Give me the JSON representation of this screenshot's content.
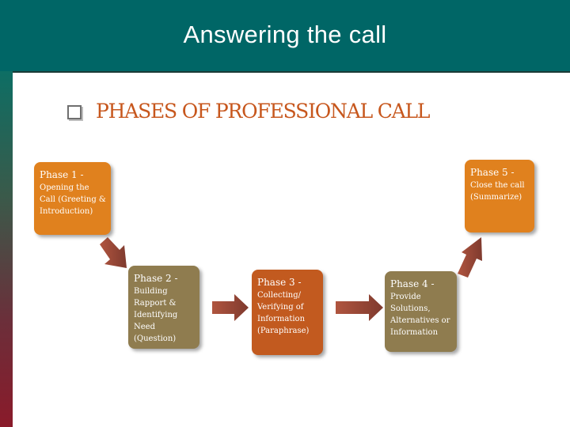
{
  "slide": {
    "title": "Answering the call"
  },
  "diagram": {
    "heading": "PHASES OF PROFESSIONAL CALL",
    "phases": [
      {
        "name": "Phase 1 -",
        "desc": [
          "Opening the",
          "Call (Greeting &",
          "Introduction)"
        ],
        "color": "#e0811e"
      },
      {
        "name": "Phase 2 -",
        "desc": [
          "Building",
          "Rapport &",
          "Identifying",
          "Need",
          "(Question)"
        ],
        "color": "#8f7c4f"
      },
      {
        "name": "Phase 3 -",
        "desc": [
          "Collecting/",
          "Verifying of",
          "Information",
          "(Paraphrase)"
        ],
        "color": "#c25a1f"
      },
      {
        "name": "Phase 4 -",
        "desc": [
          "Provide",
          "Solutions,",
          "Alternatives or",
          "Information"
        ],
        "color": "#8f7c4f"
      },
      {
        "name": "Phase 5 -",
        "desc": [
          "Close the call",
          "(Summarize)"
        ],
        "color": "#e0811e"
      }
    ],
    "arrow_color": "#9a4a3a",
    "accent_color": "#c7571d"
  }
}
